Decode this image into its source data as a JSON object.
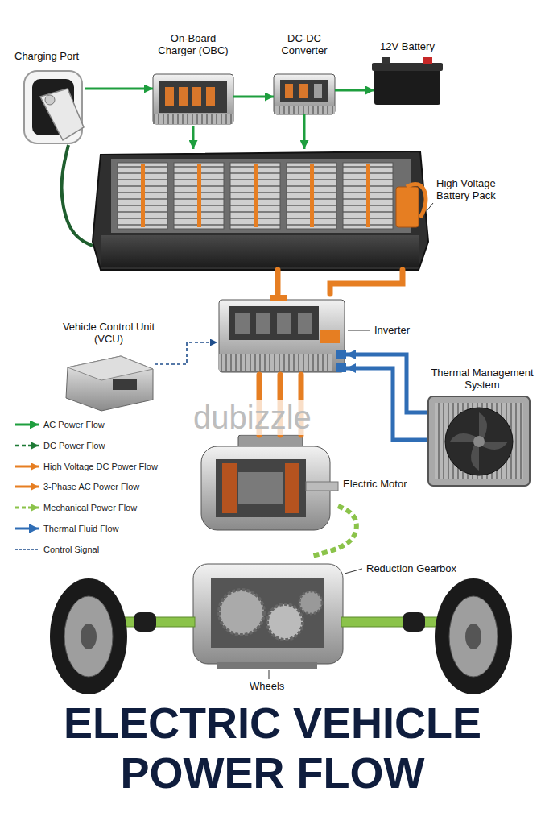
{
  "diagram": {
    "title": "ELECTRIC VEHICLE POWER FLOW",
    "nodes": [
      {
        "text": [
          "Charging Port"
        ]
      },
      {
        "text": [
          "On-Board Charger (OBC)"
        ]
      },
      {
        "text": [
          "DC-DC Converter"
        ]
      },
      {
        "text": [
          "12V Battery"
        ]
      },
      {
        "text": [
          "High Voltage Battery Pack"
        ]
      },
      {
        "text": [
          "Vehicle Control Unit (VCU)"
        ]
      },
      {
        "text": [
          "Inverter"
        ]
      },
      {
        "text": [
          "Thermal Management System"
        ]
      },
      {
        "text": [
          "Electric Motor"
        ]
      },
      {
        "text": [
          "Reduction Gearbox"
        ]
      }
    ],
    "edges": [
      {
        "from": 0,
        "to": 1,
        "arrow": "to"
      },
      {
        "from": 1,
        "to": 2,
        "arrow": "to"
      },
      {
        "from": 2,
        "to": 3,
        "arrow": "to"
      },
      {
        "from": 1,
        "to": 4,
        "arrow": "to"
      },
      {
        "from": 2,
        "to": 4,
        "arrow": "to"
      },
      {
        "from": 0,
        "to": 4,
        "arrow": "none"
      },
      {
        "from": 4,
        "to": 6,
        "arrow": "none"
      },
      {
        "from": 4,
        "to": 6,
        "arrow": "none"
      },
      {
        "from": 5,
        "to": 6,
        "arrow": "to"
      },
      {
        "from": 6,
        "to": 8,
        "arrow": "none"
      },
      {
        "from": 6,
        "to": 8,
        "arrow": "none"
      },
      {
        "from": 6,
        "to": 8,
        "arrow": "none"
      },
      {
        "from": 7,
        "to": 6,
        "arrow": "to"
      },
      {
        "from": 7,
        "to": 6,
        "arrow": "to"
      },
      {
        "from": 8,
        "to": 9,
        "arrow": "none"
      }
    ],
    "labels": [
      "dubizzle",
      "Wheels"
    ],
    "legend": [
      {
        "text": "AC Power Flow"
      },
      {
        "text": "DC Power Flow"
      },
      {
        "text": "High Voltage DC Power Flow"
      },
      {
        "text": "3-Phase AC Power Flow"
      },
      {
        "text": "Mechanical Power Flow"
      },
      {
        "text": "Thermal Fluid Flow"
      },
      {
        "text": "Control Signal"
      }
    ]
  }
}
